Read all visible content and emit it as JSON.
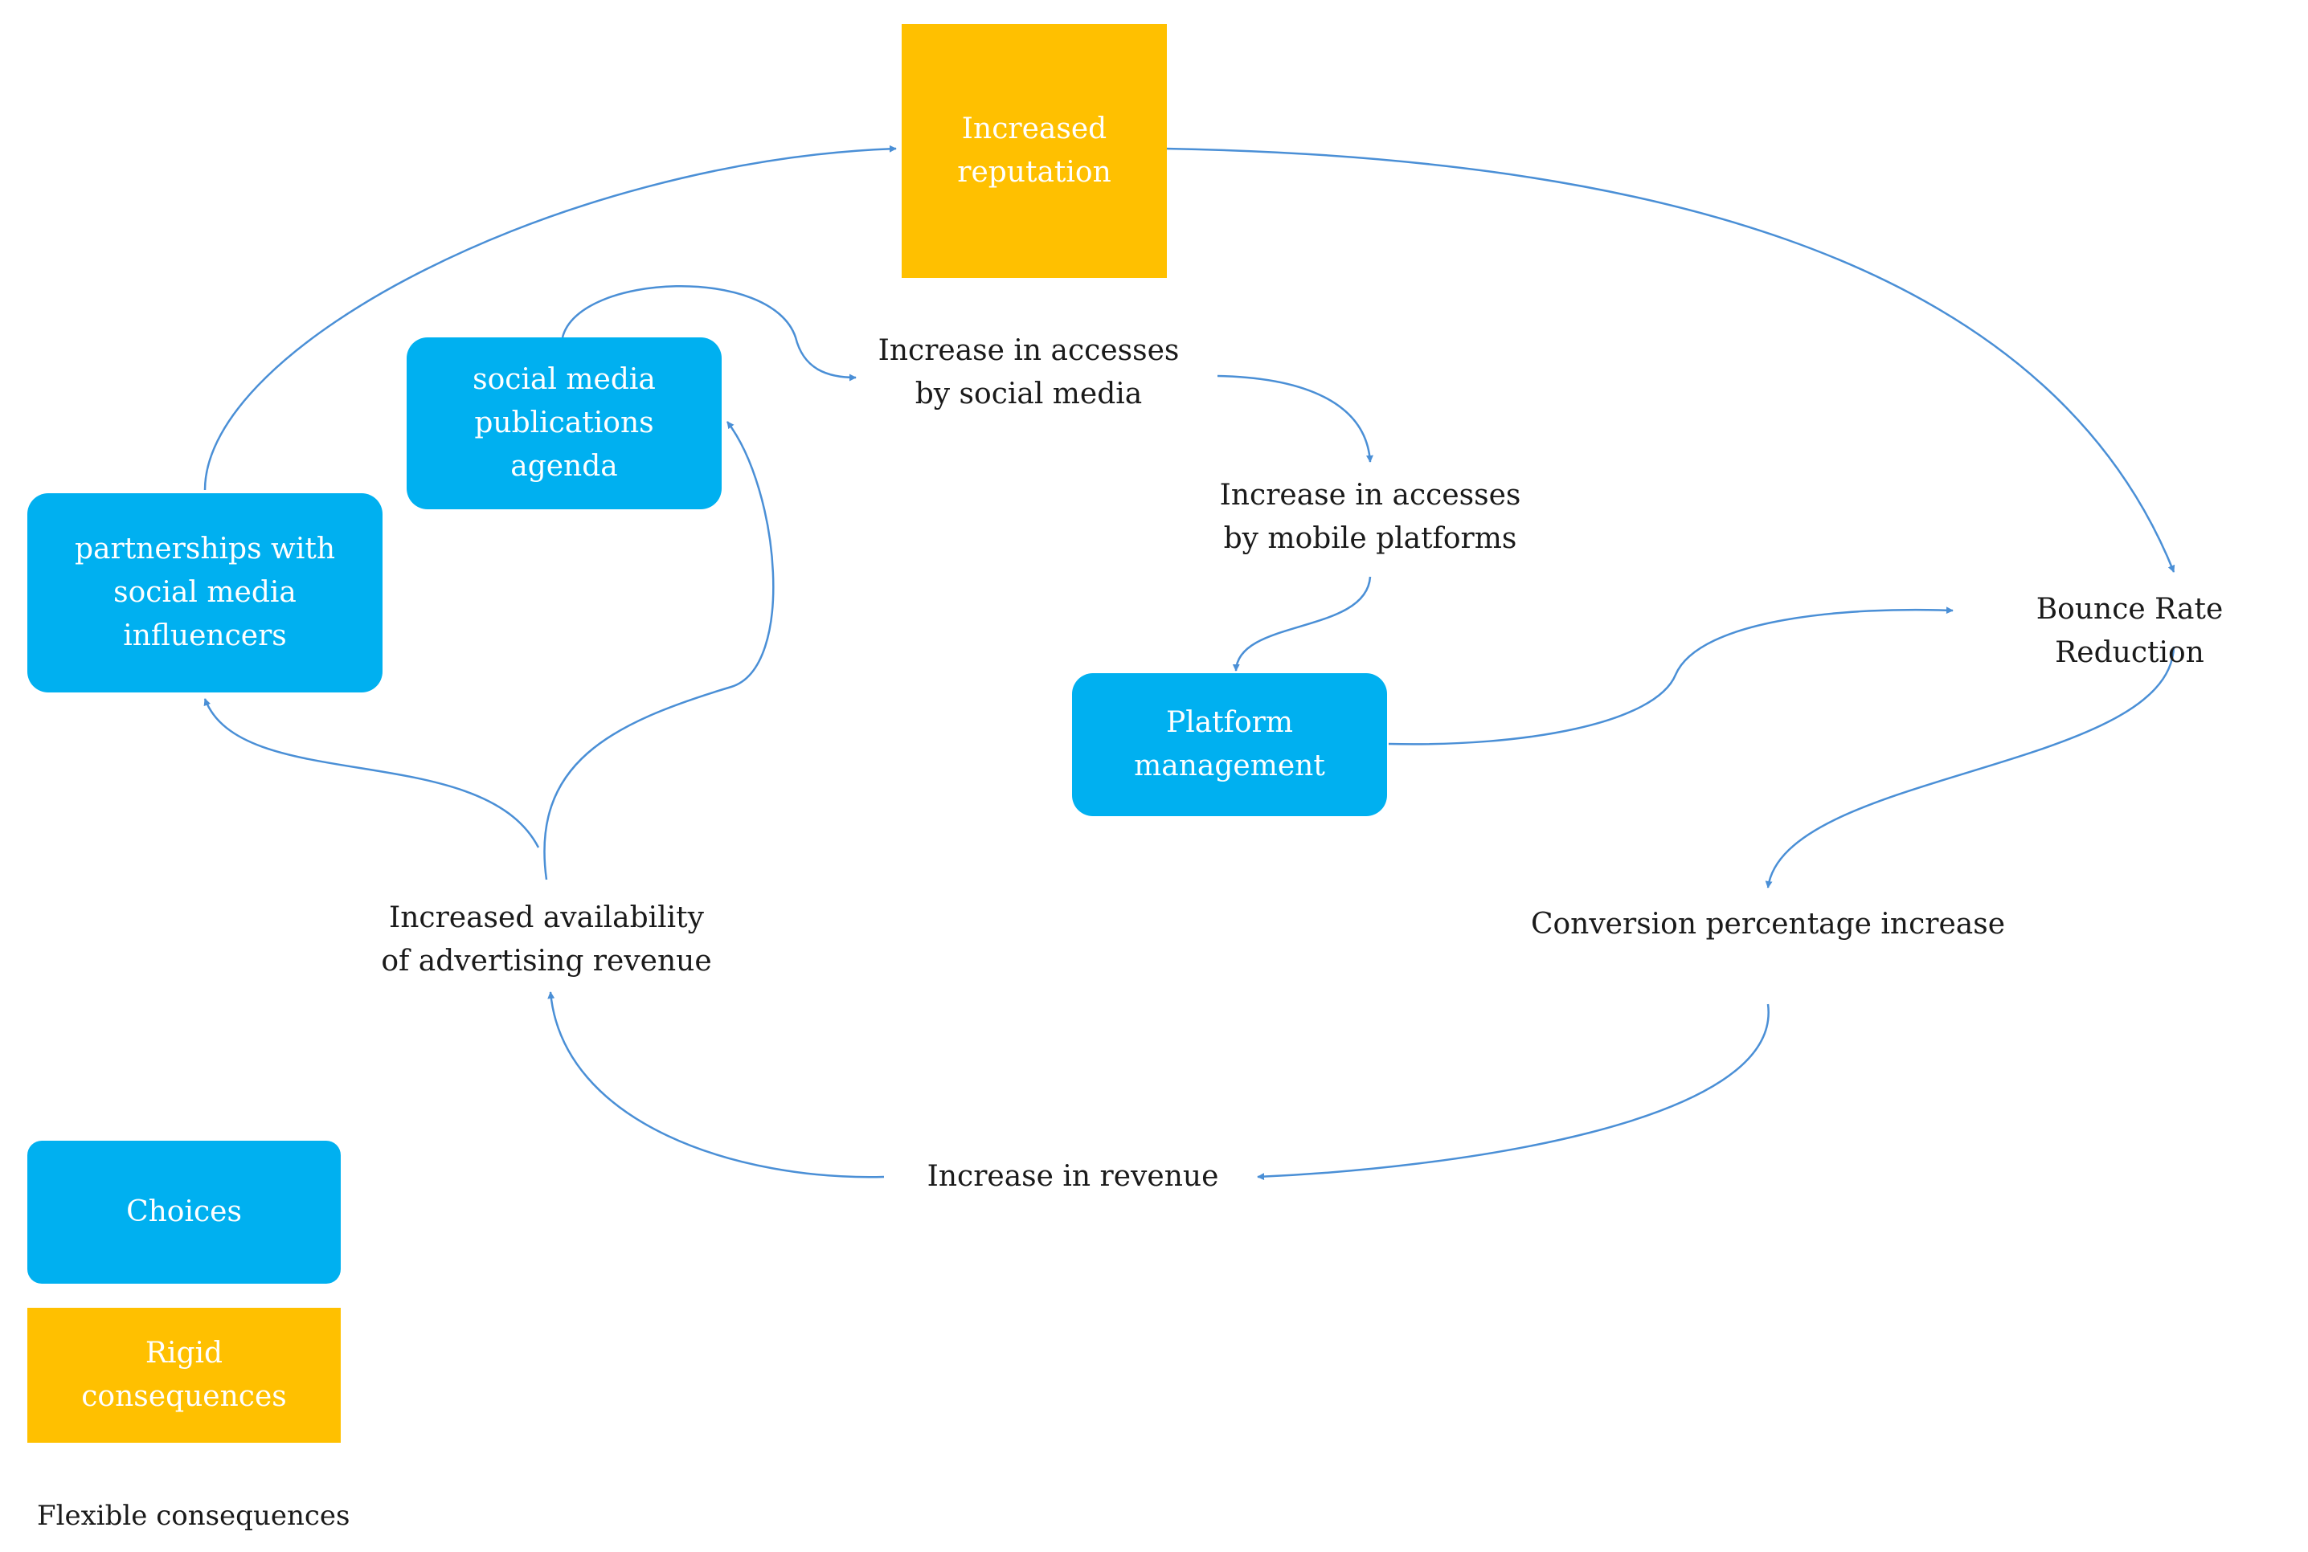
{
  "colors": {
    "choice": "#00b0f0",
    "rigid": "#ffc000",
    "arrow": "#4a8fd6"
  },
  "nodes": {
    "increased_reputation": "Increased\nreputation",
    "social_media_agenda": "social media\npublications\nagenda",
    "partnerships_influencers": "partnerships with\nsocial media\ninfluencers",
    "platform_management": "Platform\nmanagement",
    "increase_access_social": "Increase in accesses\nby social media",
    "increase_access_mobile": "Increase in accesses\nby mobile platforms",
    "bounce_rate_reduction": "Bounce Rate Reduction",
    "conversion_increase": "Conversion percentage increase",
    "increase_revenue": "Increase in revenue",
    "advertising_revenue": "Increased availability\nof advertising revenue"
  },
  "legend": {
    "choices": "Choices",
    "rigid": "Rigid\nconsequences",
    "flexible": "Flexible consequences"
  }
}
